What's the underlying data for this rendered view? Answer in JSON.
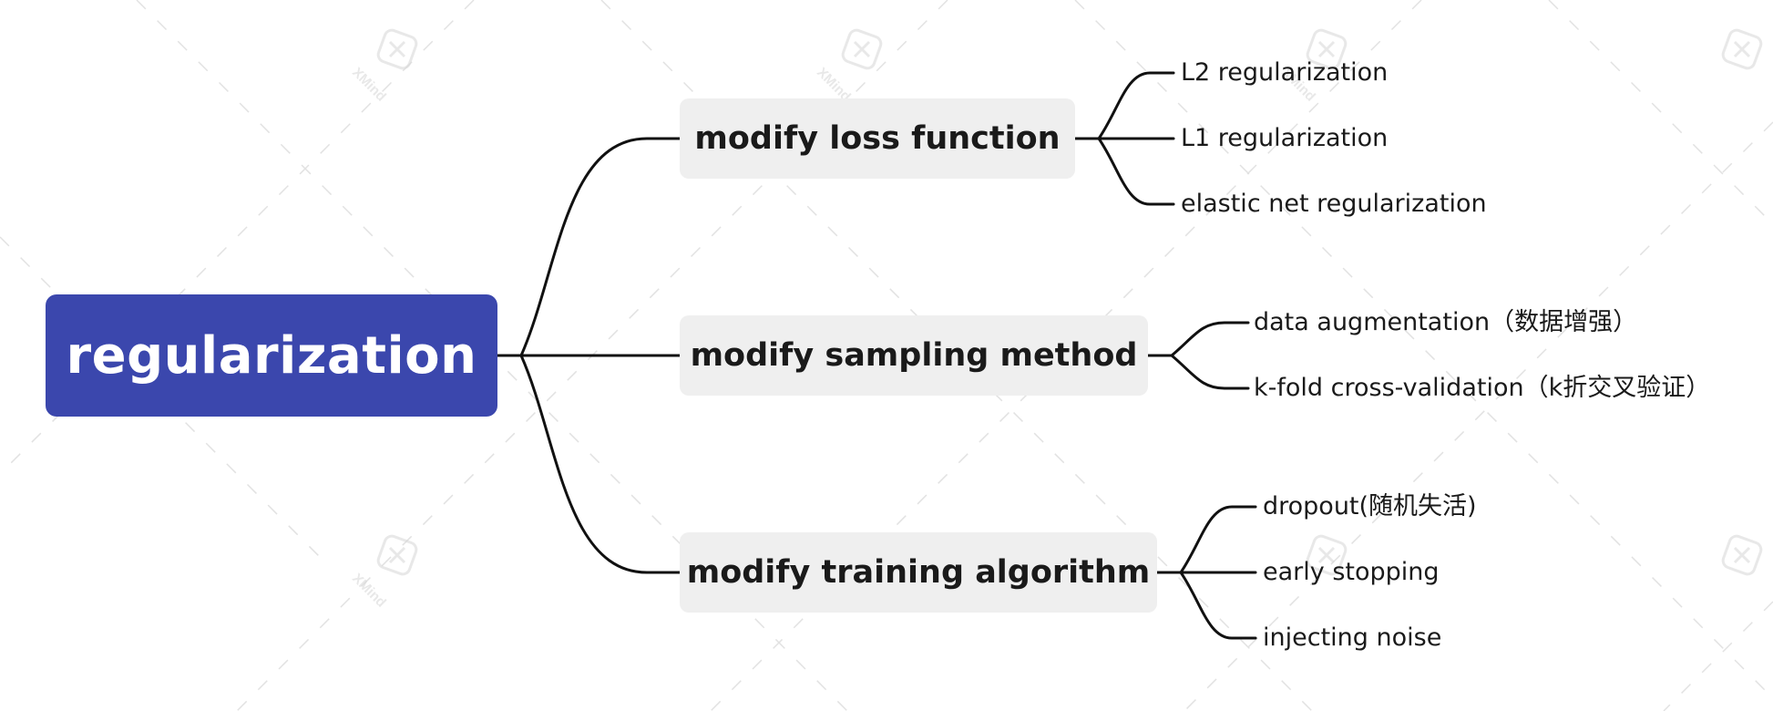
{
  "colors": {
    "root_fill": "#3b47ad",
    "root_text": "#ffffff",
    "branch_fill": "#efefef",
    "text": "#1a1a1a",
    "connector": "#111111",
    "watermark": "#d6d6d6"
  },
  "mindmap": {
    "root": "regularization",
    "branches": [
      {
        "label": "modify loss function",
        "children": [
          "L2 regularization",
          "L1 regularization",
          "elastic net regularization"
        ]
      },
      {
        "label": "modify sampling method",
        "children": [
          "data augmentation（数据增强）",
          "k-fold cross-validation（k折交叉验证）"
        ]
      },
      {
        "label": "modify training algorithm",
        "children": [
          "dropout(随机失活)",
          "early stopping",
          "injecting noise"
        ]
      }
    ]
  },
  "watermark": {
    "icon": "xmind-logo-icon",
    "label": "XMind"
  }
}
